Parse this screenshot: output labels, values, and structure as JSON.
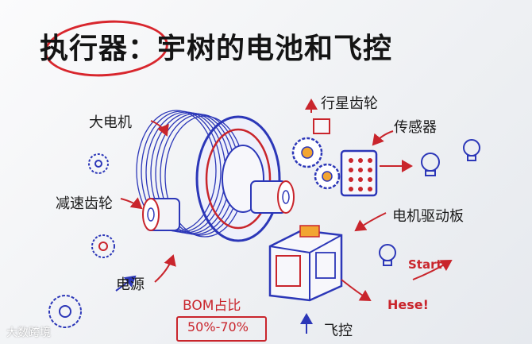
{
  "title": "执行器：宇树的电池和飞控",
  "labels": {
    "big_motor": "大电机",
    "reduction_gear": "减速齿轮",
    "power_source": "电源",
    "planetary_gear": "行星齿轮",
    "sensor": "传感器",
    "motor_driver": "电机驱动板",
    "flight_control": "飞控",
    "bom_ratio": "BOM占比",
    "bom_range": "50%-70%",
    "start_note": "Start",
    "hese_note": "Hese!"
  },
  "watermark": "大数跨境",
  "colors": {
    "ink_blue": "#2c37b8",
    "ink_red": "#c9252c",
    "ink_black": "#141414",
    "accent_orange": "#f2a531"
  }
}
